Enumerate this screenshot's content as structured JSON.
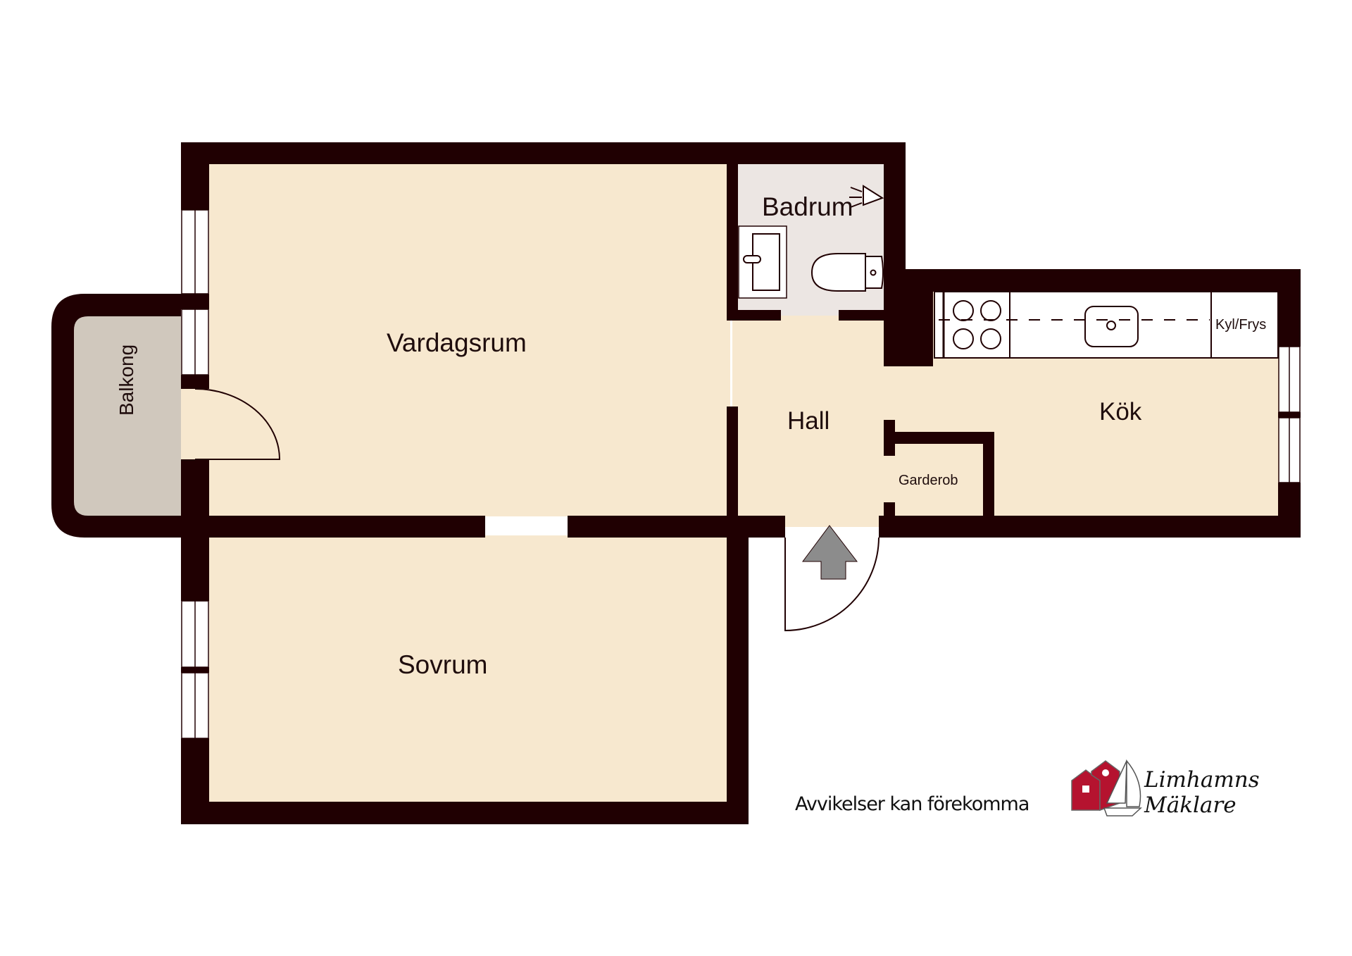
{
  "plan": {
    "colors": {
      "wall": "#200002",
      "floor": "#f7e8cf",
      "bathroom_floor": "#ece6e3",
      "balcony_floor": "#d0c8bd",
      "fixture": "#ffffff",
      "entry_arrow": "#8c8c8c",
      "logo_red": "#b5132f"
    },
    "rooms": {
      "vardagsrum": "Vardagsrum",
      "badrum": "Badrum",
      "balkong": "Balkong",
      "hall": "Hall",
      "kok": "Kök",
      "garderob": "Garderob",
      "sovrum": "Sovrum",
      "kyl_frys": "Kyl/Frys"
    }
  },
  "footer": {
    "disclaimer": "Avvikelser kan förekomma",
    "logo": {
      "line1": "Limhamns",
      "line2": "Mäklare"
    }
  }
}
